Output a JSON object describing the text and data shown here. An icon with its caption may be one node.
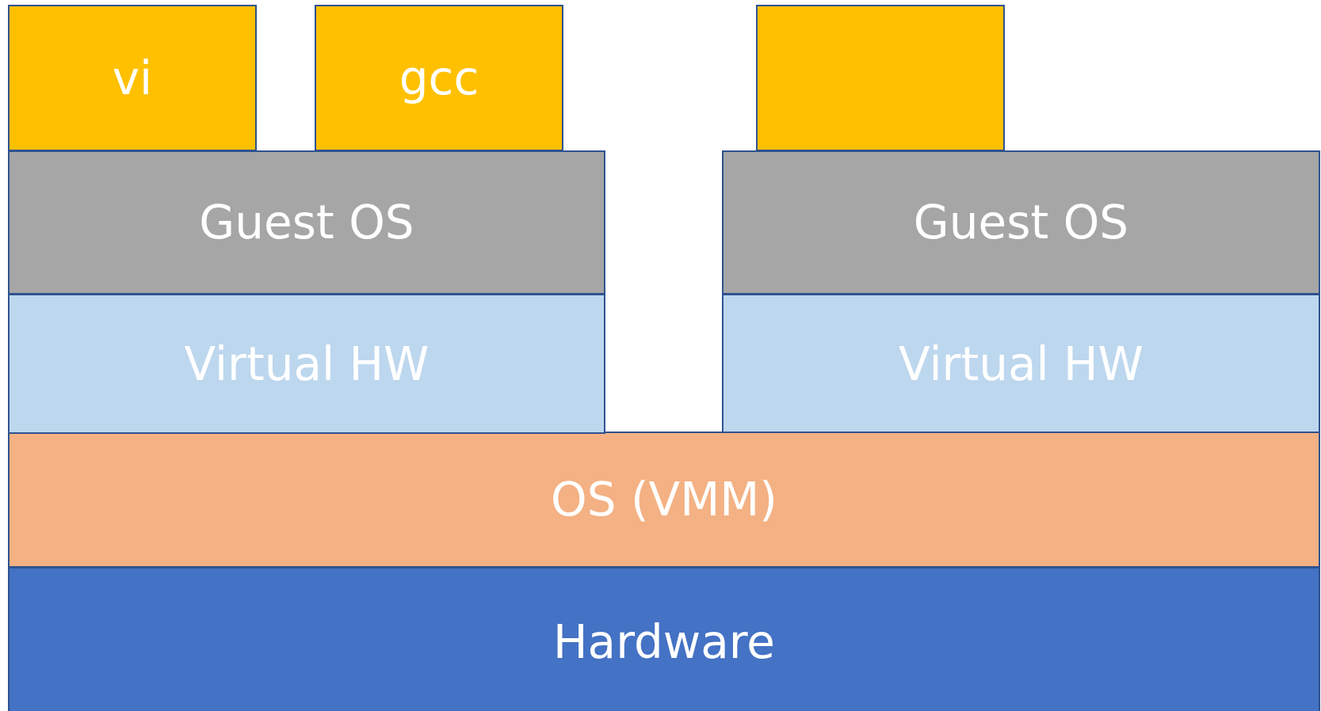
{
  "diagram": {
    "nodes": [
      {
        "text": [
          "vi"
        ]
      },
      {
        "text": [
          "gcc"
        ]
      },
      {
        "text": [],
        "shape": "box"
      },
      {
        "text": [
          "Guest OS"
        ]
      },
      {
        "text": [
          "Guest OS"
        ]
      },
      {
        "text": [
          "Virtual HW"
        ]
      },
      {
        "text": [
          "Virtual HW"
        ]
      },
      {
        "text": [
          "OS (VMM)"
        ]
      },
      {
        "text": [
          "Hardware"
        ]
      }
    ]
  }
}
